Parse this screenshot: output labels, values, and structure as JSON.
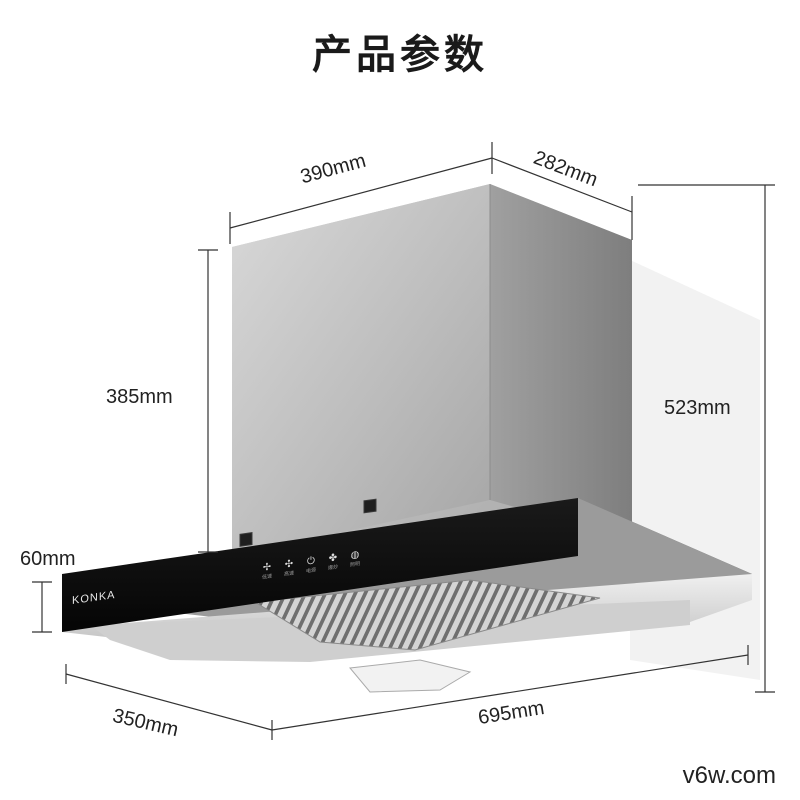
{
  "title": "产品参数",
  "brand": "KONKA",
  "dimensions": {
    "chimney_width": "390mm",
    "chimney_depth": "282mm",
    "chimney_height": "385mm",
    "total_height": "523mm",
    "hood_thickness": "60mm",
    "hood_depth": "350mm",
    "hood_width": "695mm"
  },
  "control_panel": {
    "buttons": [
      {
        "icon": "fan-low-icon",
        "label": "低速"
      },
      {
        "icon": "fan-high-icon",
        "label": "高速"
      },
      {
        "icon": "power-icon",
        "label": "电源"
      },
      {
        "icon": "turbo-icon",
        "label": "爆炒"
      },
      {
        "icon": "light-icon",
        "label": "照明"
      }
    ]
  },
  "watermark": "v6w.com",
  "colors": {
    "steel_light": "#e6e6e6",
    "steel_dark": "#8e8e8e",
    "panel_black": "#0d0d0d",
    "line": "#333333"
  }
}
